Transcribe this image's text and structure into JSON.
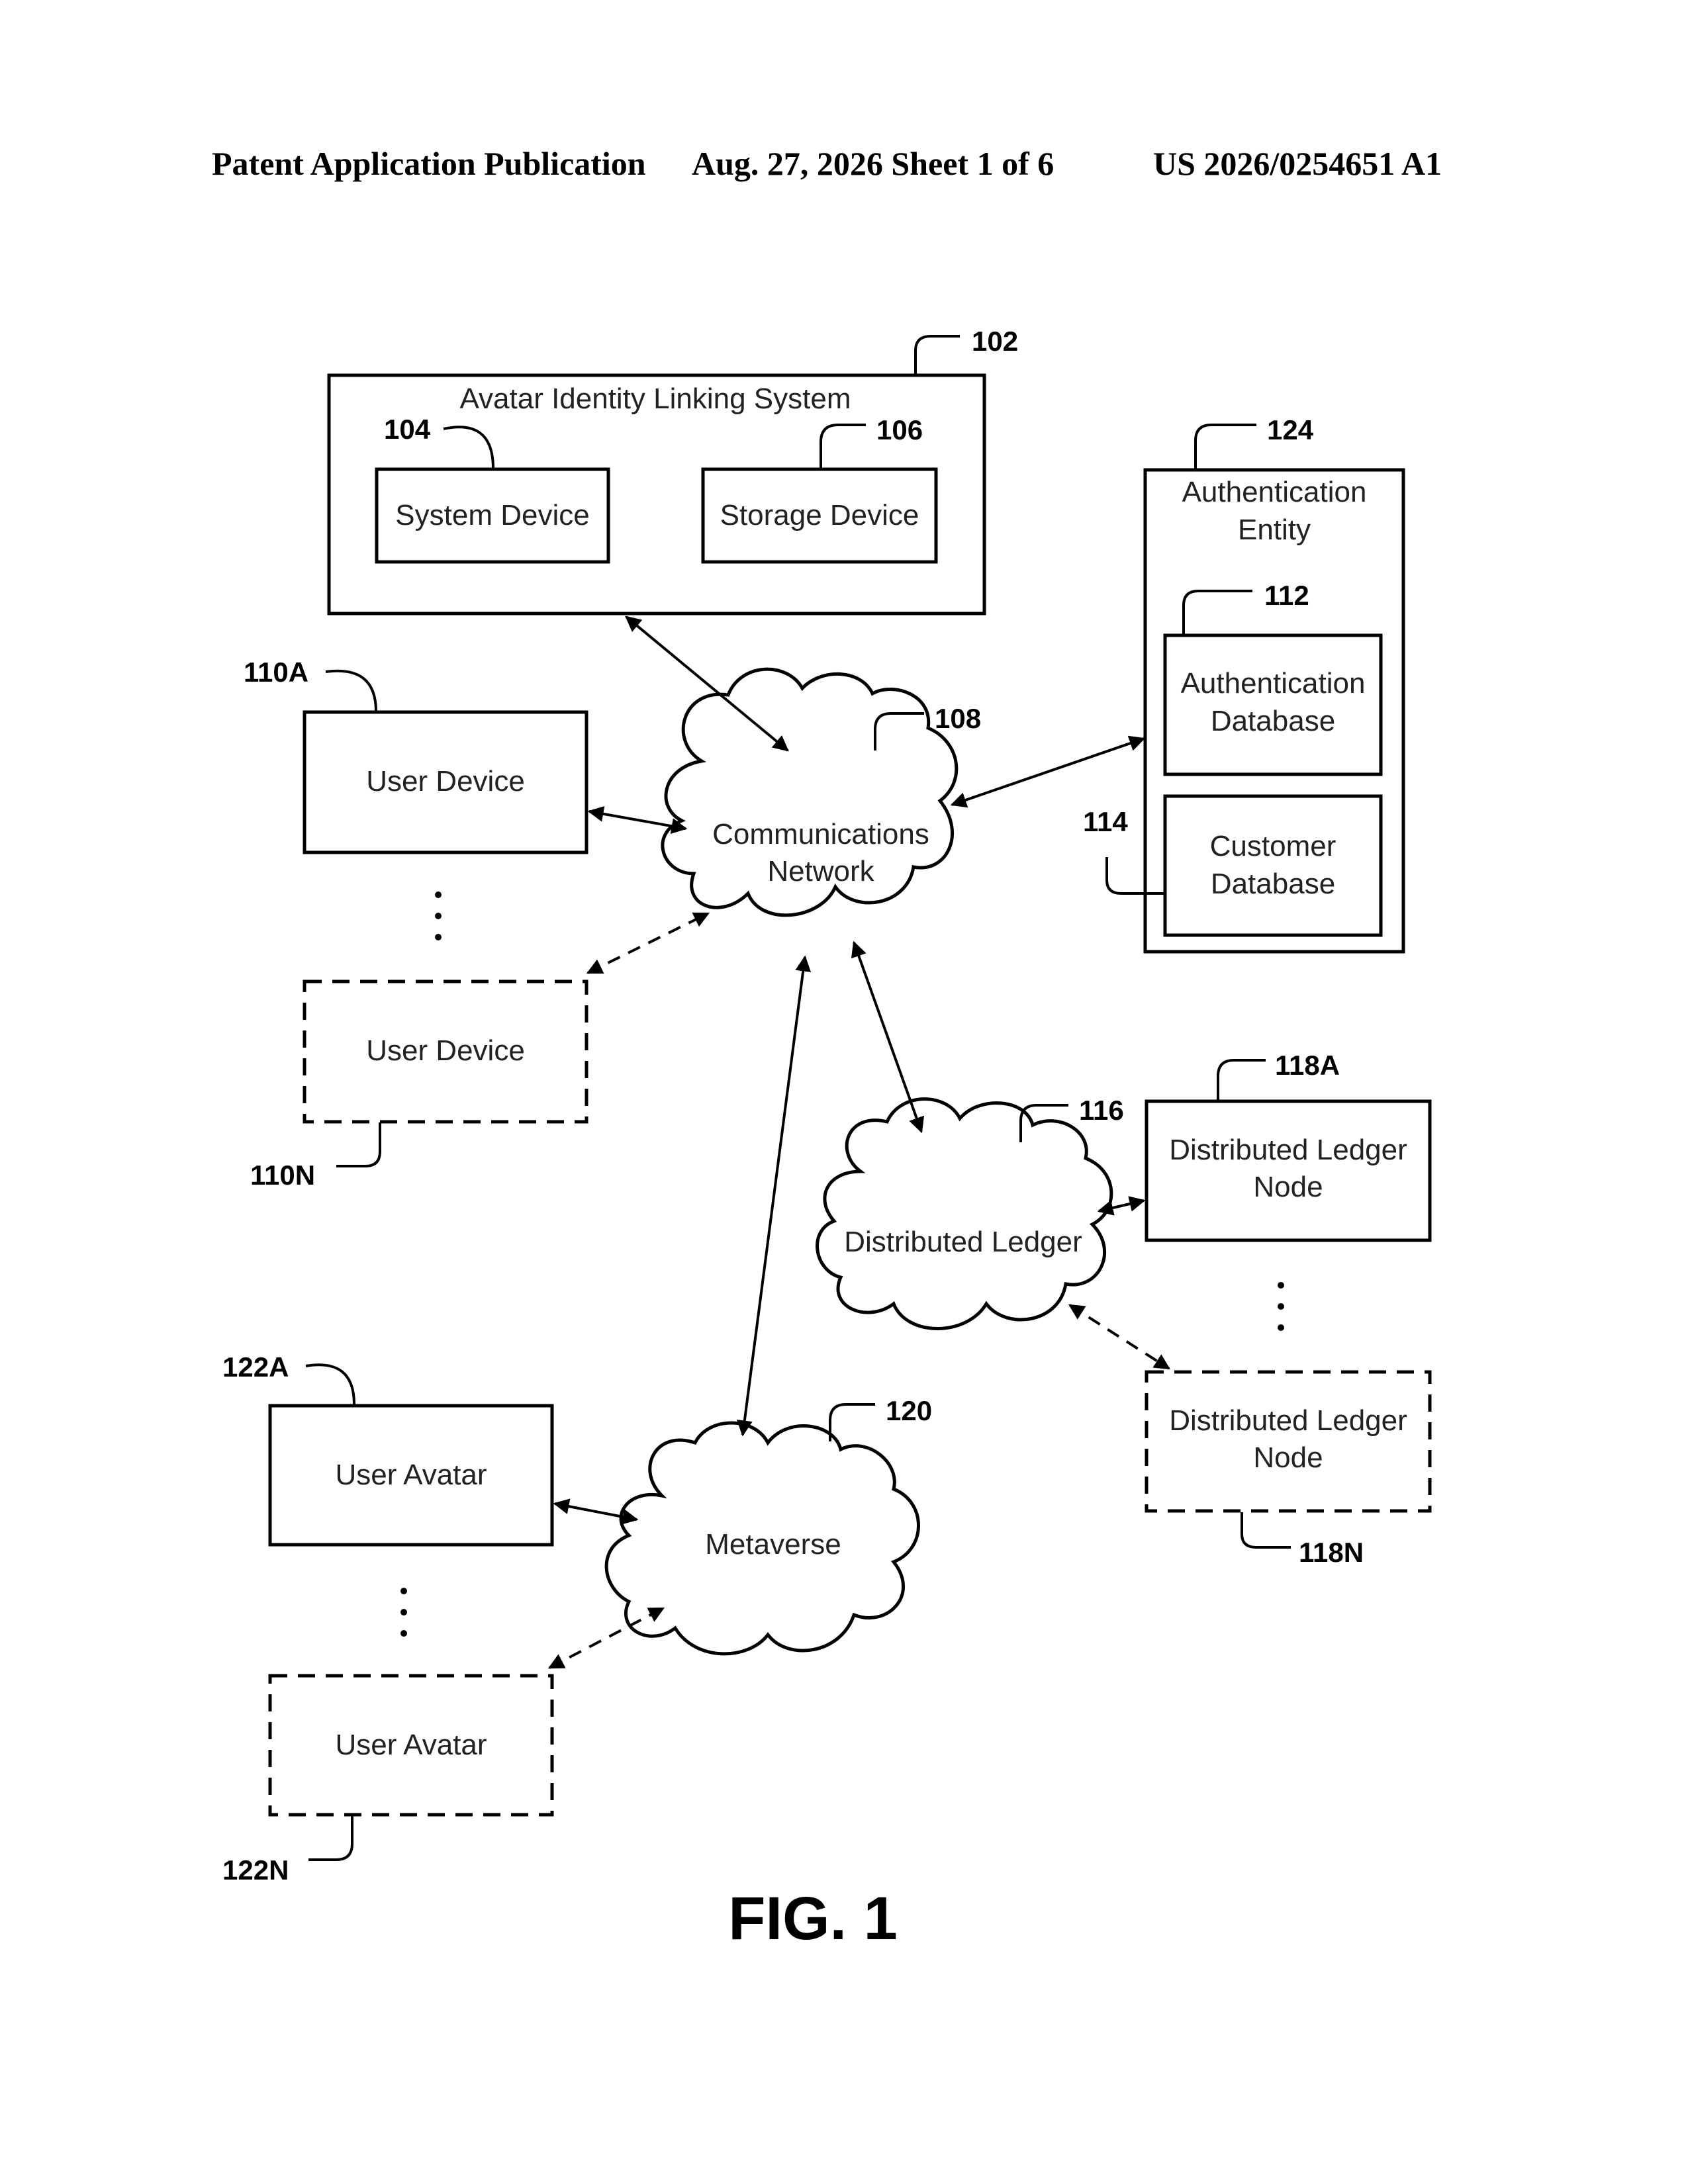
{
  "header": {
    "publication": "Patent Application Publication",
    "date_sheet": "Aug. 27, 2026  Sheet 1 of 6",
    "number": "US 2026/0254651 A1"
  },
  "nodes": {
    "avatar_system": {
      "label": "Avatar Identity Linking System",
      "ref": "102"
    },
    "system_device": {
      "label": "System Device",
      "ref": "104"
    },
    "storage_device": {
      "label": "Storage Device",
      "ref": "106"
    },
    "auth_entity": {
      "label_line1": "Authentication",
      "label_line2": "Entity",
      "ref": "124"
    },
    "auth_db": {
      "label_line1": "Authentication",
      "label_line2": "Database",
      "ref": "112"
    },
    "customer_db": {
      "label_line1": "Customer",
      "label_line2": "Database",
      "ref": "114"
    },
    "user_device_a": {
      "label": "User Device",
      "ref": "110A"
    },
    "user_device_n": {
      "label": "User Device",
      "ref": "110N"
    },
    "comm_network": {
      "label_line1": "Communications",
      "label_line2": "Network",
      "ref": "108"
    },
    "ledger": {
      "label": "Distributed Ledger",
      "ref": "116"
    },
    "ledger_node_a": {
      "label_line1": "Distributed Ledger",
      "label_line2": "Node",
      "ref": "118A"
    },
    "ledger_node_n": {
      "label_line1": "Distributed Ledger",
      "label_line2": "Node",
      "ref": "118N"
    },
    "metaverse": {
      "label": "Metaverse",
      "ref": "120"
    },
    "user_avatar_a": {
      "label": "User Avatar",
      "ref": "122A"
    },
    "user_avatar_n": {
      "label": "User Avatar",
      "ref": "122N"
    }
  },
  "figure_label": "FIG. 1"
}
